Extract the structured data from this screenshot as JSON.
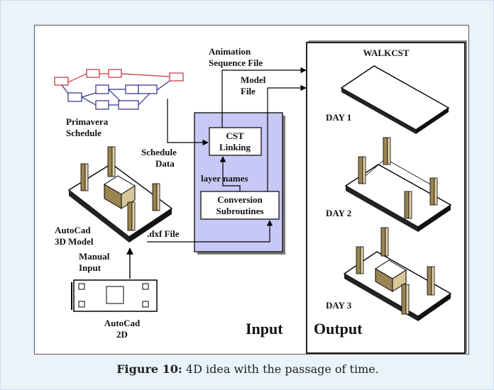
{
  "diagram": {
    "labels": {
      "animation_sequence": [
        "Animation",
        "Sequence File"
      ],
      "model_file": [
        "Model",
        "File"
      ],
      "walkcst": "WALKCST",
      "day1": "DAY 1",
      "day2": "DAY 2",
      "day3": "DAY 3",
      "primavera": [
        "Primavera",
        "Schedule"
      ],
      "schedule_data": [
        "Schedule",
        "Data"
      ],
      "cst_linking": [
        "CST",
        "Linking"
      ],
      "layer_names": "layer names",
      "conversion": [
        "Conversion",
        "Subroutines"
      ],
      "dxf_file": ".dxf File",
      "autocad_3d": [
        "AutoCad",
        "3D Model"
      ],
      "manual_input": [
        "Manual",
        "Input"
      ],
      "autocad_2d": [
        "AutoCad",
        "2D"
      ],
      "input": "Input",
      "output": "Output"
    },
    "colors": {
      "input_box": "#c8c8f6",
      "schedule_red": "#c0303a",
      "schedule_blue": "#2c2c8a",
      "column_fill": "#b8a36a"
    }
  },
  "caption": {
    "figure_label": "Figure 10:",
    "text": "4D idea with the passage of time."
  }
}
